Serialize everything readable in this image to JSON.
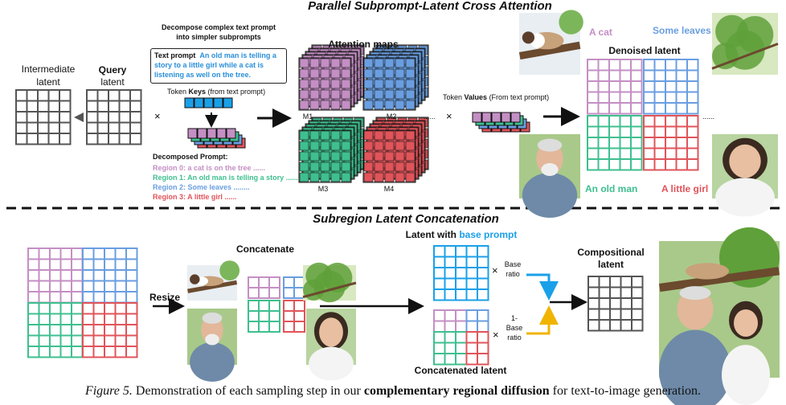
{
  "section_top_title": "Parallel Subprompt-Latent Cross Attention",
  "section_bottom_title": "Subregion Latent Concatenation",
  "decompose_note_line1": "Decompose complex text prompt",
  "decompose_note_line2": "into simpler subprompts",
  "text_prompt_label": "Text prompt",
  "text_prompt_value": "An old man is telling a story to a little girl while a cat is listening as well on the tree.",
  "intermediate_latent_line1": "Intermediate",
  "intermediate_latent_line2": "latent",
  "query_latent_line1": "Query",
  "query_latent_line2": "latent",
  "token_keys_prefix": "Token ",
  "token_keys_bold": "Keys",
  "token_keys_suffix": " (from text prompt)",
  "decomposed_prompt_label": "Decomposed Prompt:",
  "regions": [
    {
      "text": "Region 0: a cat is on the tree ......",
      "color": "#c48fc4"
    },
    {
      "text": "Region 1: An old man is telling a story ......",
      "color": "#3fbf8f"
    },
    {
      "text": "Region 2: Some leaves ........",
      "color": "#6a9ee0"
    },
    {
      "text": "Region 3: A little girl ......",
      "color": "#e0545a"
    }
  ],
  "attention_maps_label": "Attention maps",
  "map_labels": [
    "M1",
    "M2",
    "M3",
    "M4"
  ],
  "dots": "......",
  "times_symbol": "×",
  "token_values_prefix": "Token ",
  "token_values_bold": "Values",
  "token_values_suffix": " (From text prompt)",
  "denoised_latent_label": "Denoised latent",
  "denoised_labels": {
    "cat": "A cat",
    "leaves": "Some leaves",
    "man": "An old man",
    "girl": "A little girl"
  },
  "concatenate_label": "Concatenate",
  "resize_label": "Resize",
  "latent_base_prefix": "Latent with ",
  "latent_base_colored": "base prompt",
  "base_ratio_line1": "Base",
  "base_ratio_line2": "ratio",
  "one_minus_line1": "1-",
  "one_minus_line2": "Base",
  "one_minus_line3": "ratio",
  "concatenated_latent_label": "Concatenated latent",
  "compositional_line1": "Compositional",
  "compositional_line2": "latent",
  "caption_prefix": "Figure 5.",
  "caption_mid": " Demonstration of each sampling step in our ",
  "caption_bold": "complementary regional diffusion",
  "caption_suffix": " for text-to-image generation.",
  "colors": {
    "purple": "#c48fc4",
    "blue": "#6a9ee0",
    "green": "#3fbf8f",
    "red": "#e0545a",
    "cyan": "#1aa0e8",
    "gray": "#555555",
    "yellow": "#f0b400",
    "prompt_blue": "#2a8fd8"
  },
  "icons": [
    "times-icon",
    "arrow-right-icon",
    "arrow-down-icon",
    "photo-cat",
    "photo-leaves",
    "photo-man",
    "photo-girl",
    "photo-composite"
  ]
}
